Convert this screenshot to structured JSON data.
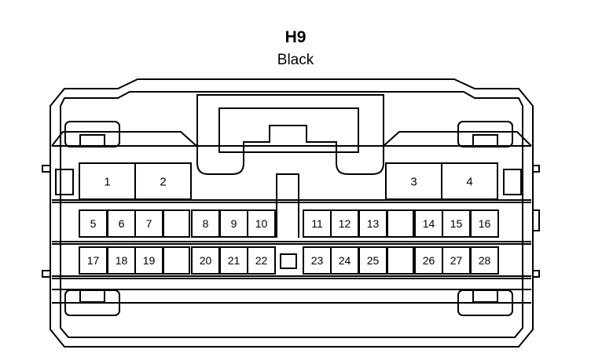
{
  "connector": {
    "id": "H9",
    "color": "Black",
    "terminals": [
      {
        "num": "1",
        "row": "top"
      },
      {
        "num": "2",
        "row": "top"
      },
      {
        "num": "3",
        "row": "top"
      },
      {
        "num": "4",
        "row": "top"
      },
      {
        "num": "5",
        "row": "middle"
      },
      {
        "num": "6",
        "row": "middle"
      },
      {
        "num": "7",
        "row": "middle"
      },
      {
        "num": "8",
        "row": "middle"
      },
      {
        "num": "9",
        "row": "middle"
      },
      {
        "num": "10",
        "row": "middle"
      },
      {
        "num": "11",
        "row": "middle"
      },
      {
        "num": "12",
        "row": "middle"
      },
      {
        "num": "13",
        "row": "middle"
      },
      {
        "num": "14",
        "row": "middle"
      },
      {
        "num": "15",
        "row": "middle"
      },
      {
        "num": "16",
        "row": "middle"
      },
      {
        "num": "17",
        "row": "bottom"
      },
      {
        "num": "18",
        "row": "bottom"
      },
      {
        "num": "19",
        "row": "bottom"
      },
      {
        "num": "20",
        "row": "bottom"
      },
      {
        "num": "21",
        "row": "bottom"
      },
      {
        "num": "22",
        "row": "bottom"
      },
      {
        "num": "23",
        "row": "bottom"
      },
      {
        "num": "24",
        "row": "bottom"
      },
      {
        "num": "25",
        "row": "bottom"
      },
      {
        "num": "26",
        "row": "bottom"
      },
      {
        "num": "27",
        "row": "bottom"
      },
      {
        "num": "28",
        "row": "bottom"
      }
    ]
  }
}
